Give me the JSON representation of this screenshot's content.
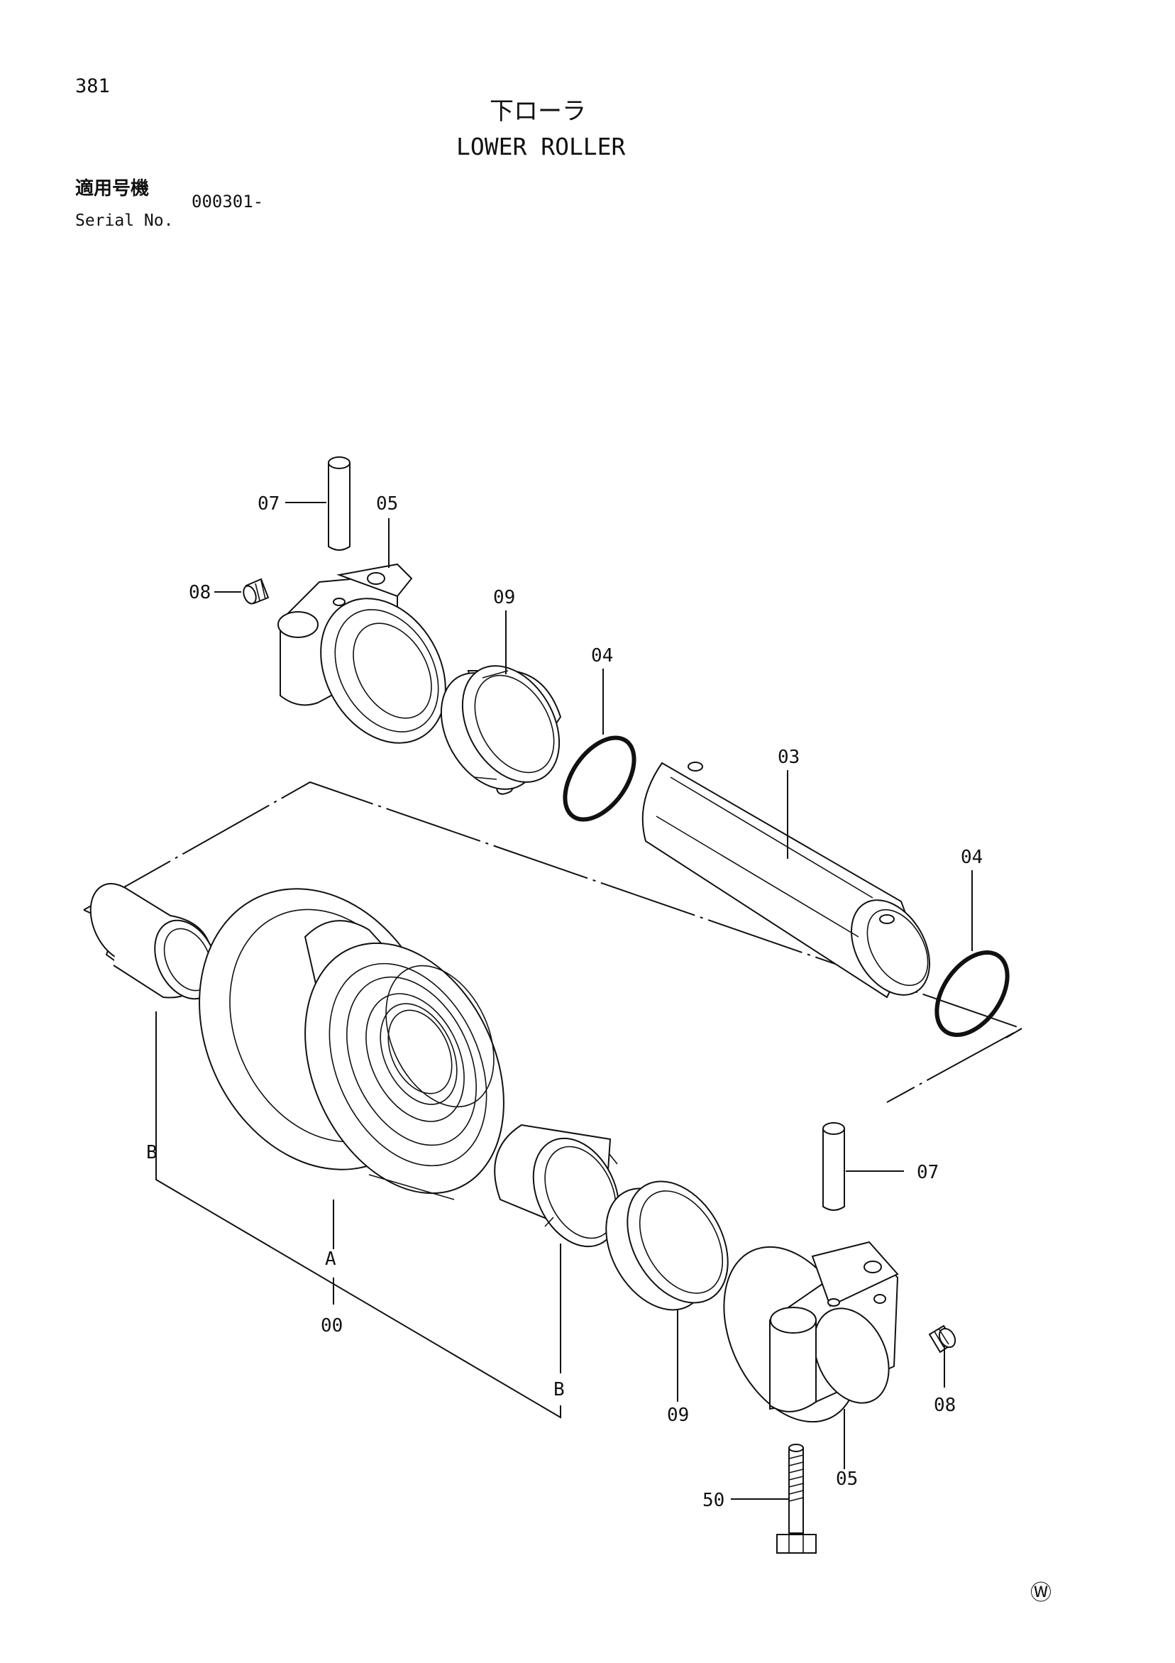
{
  "page": {
    "number": "381",
    "watermark": "Ⓦ"
  },
  "title": {
    "japanese": "下ローラ",
    "english": "LOWER ROLLER"
  },
  "serial": {
    "label_jp": "適用号機",
    "label_en": "Serial No.",
    "value": "000301-"
  },
  "callouts": {
    "c07a": "07",
    "c05a": "05",
    "c08a": "08",
    "c09a": "09",
    "c04a": "04",
    "c03": "03",
    "c04b": "04",
    "c07b": "07",
    "cBa": "B",
    "cA": "A",
    "c00": "00",
    "cBb": "B",
    "c09b": "09",
    "c08b": "08",
    "c05b": "05",
    "c50": "50"
  }
}
